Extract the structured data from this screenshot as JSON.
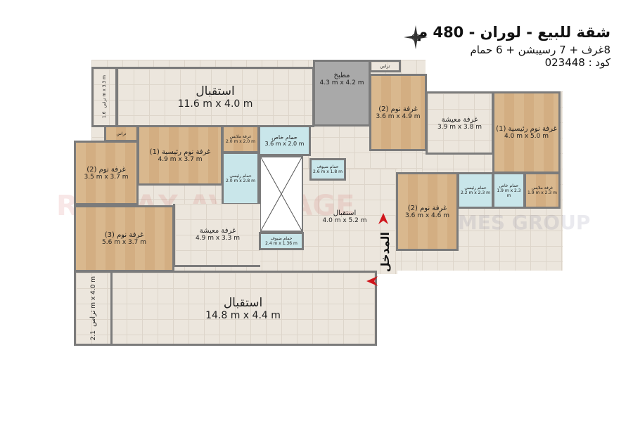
{
  "header": {
    "title": "شقة للبيع - لوران - 480 م",
    "summary": "8غرف + 7 رسيبشن + 6 حمام",
    "code": "كود : 023448"
  },
  "rooms": {
    "reception_top": {
      "name": "استقبال",
      "dims": "11.6 m x 4.0 m"
    },
    "terrace_top_left": {
      "name": "تراس",
      "dims": "1.6 m x 3.3 m"
    },
    "kitchen": {
      "name": "مطبخ",
      "dims": "4.3 m x 4.2 m"
    },
    "terrace_kitchen": {
      "name": "تراس"
    },
    "bedroom2_top": {
      "name": "غرفة نوم (2)",
      "dims": "3.6 m x 4.9 m"
    },
    "living_right": {
      "name": "غرفة معيشة",
      "dims": "3.9 m x 3.8 m"
    },
    "master1_right": {
      "name": "غرفة نوم رئيسية (1)",
      "dims": "4.0 m x 5.0 m"
    },
    "terrace_small": {
      "name": "تراس"
    },
    "master1_left": {
      "name": "غرفة نوم رئيسية (1)",
      "dims": "4.9 m x 3.7 m"
    },
    "dressing_left": {
      "name": "غرفة ملابس",
      "dims": "2.0 m x 2.0 m"
    },
    "private_bath_left": {
      "name": "حمام خاص",
      "dims": "3.6 m x 2.0 m"
    },
    "main_bath_left": {
      "name": "حمام رئيسي",
      "dims": "2.0 m x 2.8 m"
    },
    "guest_bath_mid": {
      "name": "حمام ضيوف",
      "dims": "2.6 m x 1.8 m"
    },
    "bedroom2_left": {
      "name": "غرفة نوم (2)",
      "dims": "3.5 m x 3.7 m"
    },
    "bedroom3": {
      "name": "غرفة نوم (3)",
      "dims": "5.6 m x 3.7 m"
    },
    "living_left": {
      "name": "غرفة معيشة",
      "dims": "4.9 m x 3.3 m"
    },
    "guest_bath_low": {
      "name": "حمام ضيوف",
      "dims": "2.4 m x 1.36 m"
    },
    "reception_mid": {
      "name": "استقبال",
      "dims": "4.0 m x 5.2 m"
    },
    "bedroom2_right": {
      "name": "غرفة نوم (2)",
      "dims": "3.6 m x 4.6 m"
    },
    "main_bath_right": {
      "name": "حمام رئيسي",
      "dims": "2.2 m x 2.3 m"
    },
    "private_bath_right": {
      "name": "حمام خاص",
      "dims": "1.9 m x 2.3 m"
    },
    "dressing_right": {
      "name": "غرفة ملابس",
      "dims": "1.9 m x 2.3 m"
    },
    "reception_big": {
      "name": "استقبال",
      "dims": "14.8 m x 4.4 m"
    },
    "terrace_bottom": {
      "name": "تراس",
      "dims": "2.1 m x 4.0 m"
    }
  },
  "entrance": {
    "label": "المدخل",
    "color": "#d0161c"
  },
  "watermarks": {
    "left": "RE/MAX AVANTAGE",
    "right": "IN HOMES GROUP"
  },
  "colors": {
    "wood": "#d9b88e",
    "tile": "#ece6dd",
    "bath": "#c9e6ea",
    "kitchen": "#a9a9a9",
    "wall": "#7b7b7b"
  }
}
